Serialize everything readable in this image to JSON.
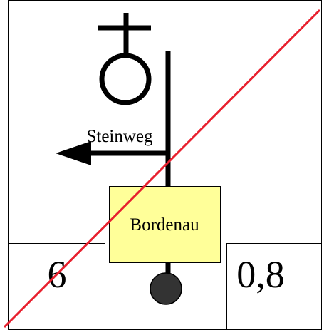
{
  "sign": {
    "branch_label": "Steinweg",
    "place_name": "Bordenau",
    "distance_left": "6",
    "distance_right": "0,8",
    "colors": {
      "place_box_fill": "#ffff99",
      "strike_line": "#e8202e",
      "stroke": "#000000",
      "end_dot": "#333333"
    },
    "icons": {
      "church_symbol": "church-cross-circle-icon",
      "direction_arrow": "arrow-left-icon",
      "road_end": "filled-circle-icon"
    }
  }
}
